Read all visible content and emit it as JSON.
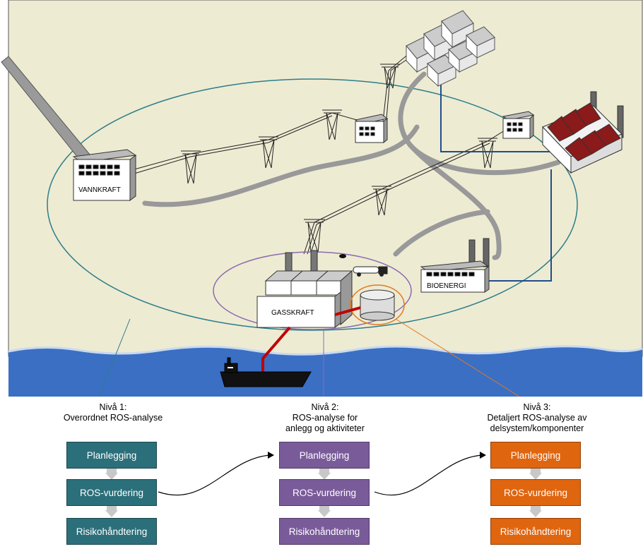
{
  "buildings": {
    "hydro": "VANNKRAFT",
    "gas": "GASSKRAFT",
    "bio": "BIOENERGI"
  },
  "levels": [
    {
      "title_line1": "Nivå 1:",
      "title_line2": "Overordnet ROS-analyse",
      "title_line3": "",
      "color": "#2b6f7a",
      "steps": [
        "Planlegging",
        "ROS-vurdering",
        "Risikohåndtering"
      ]
    },
    {
      "title_line1": "Nivå 2:",
      "title_line2": "ROS-analyse for",
      "title_line3": "anlegg og aktiviteter",
      "color": "#7a5b9a",
      "steps": [
        "Planlegging",
        "ROS-vurdering",
        "Risikohåndtering"
      ]
    },
    {
      "title_line1": "Nivå 3:",
      "title_line2": "Detaljert ROS-analyse av",
      "title_line3": "delsystem/komponenter",
      "color": "#e0650f",
      "steps": [
        "Planlegging",
        "ROS-vurdering",
        "Risikohåndtering"
      ]
    }
  ],
  "colors": {
    "land": "#eeebd3",
    "sea": "#3a6fc4",
    "ellipse_level1": "#2b7e8a",
    "ellipse_level2": "#8a6bb0",
    "ellipse_level3": "#e07a20",
    "pipeline": "#c00000",
    "grid_line": "#1f4e8c",
    "road": "#999999"
  }
}
